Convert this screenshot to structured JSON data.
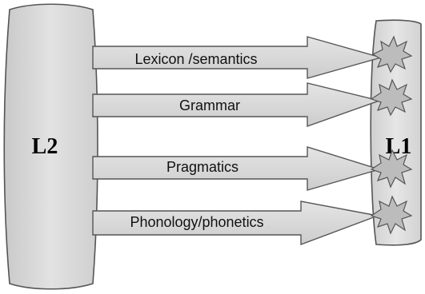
{
  "diagram": {
    "source_node": {
      "label": "L2"
    },
    "target_node": {
      "label": "L1"
    },
    "arrows": [
      {
        "label": "Lexicon /semantics"
      },
      {
        "label": "Grammar"
      },
      {
        "label": "Pragmatics"
      },
      {
        "label": "Phonology/phonetics"
      }
    ],
    "colors": {
      "shape_fill": "#d6d6d6",
      "arrow_fill": "#d9d9d9",
      "stroke": "#555555",
      "burst_fill": "#bcbcbc"
    }
  }
}
